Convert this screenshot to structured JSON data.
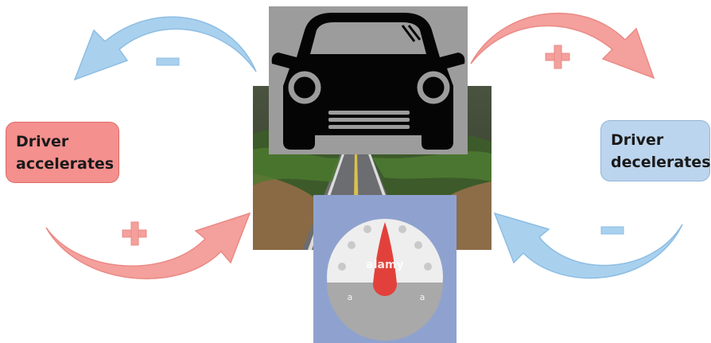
{
  "labels": {
    "driver_accelerates": "Driver accelerates",
    "driver_decelerates": "Driver decelerates"
  },
  "signs": {
    "top_left": "-",
    "bottom_left": "+",
    "top_right": "+",
    "bottom_right": "-"
  },
  "gauge_text": {
    "center": "alamy",
    "left": "a",
    "right": "a"
  },
  "colors": {
    "positive_arrow": "#f4a09c",
    "negative_arrow": "#a9d1ee",
    "accelerates_box": "#f4908e",
    "decelerates_box": "#bcd5ee",
    "gauge_background": "#8fa2cf",
    "gauge_needle": "#e2413b"
  },
  "icons": [
    "car-icon",
    "road-photo",
    "speedometer-icon"
  ]
}
